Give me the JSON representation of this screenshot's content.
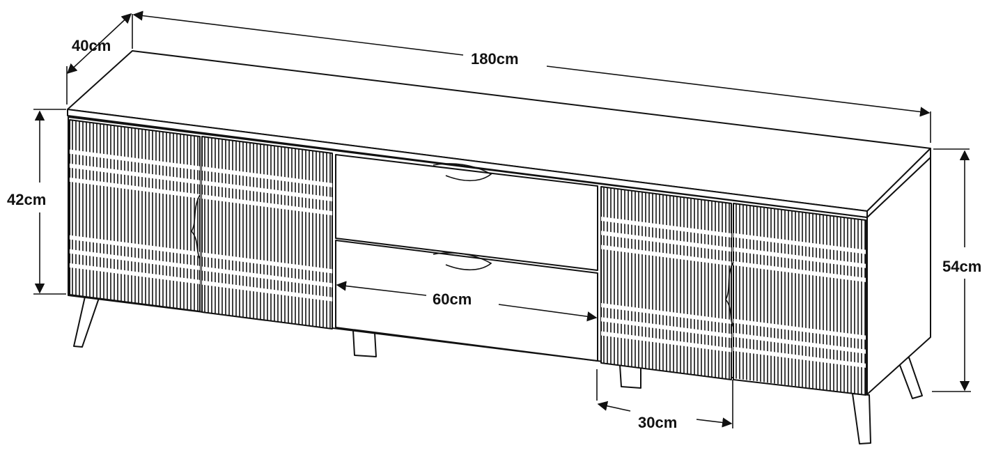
{
  "dimensions": {
    "width": "180cm",
    "depth": "40cm",
    "front_height": "42cm",
    "total_height": "54cm",
    "drawer_width": "60cm",
    "door_width": "30cm"
  },
  "colors": {
    "line": "#111111",
    "background": "#ffffff"
  }
}
